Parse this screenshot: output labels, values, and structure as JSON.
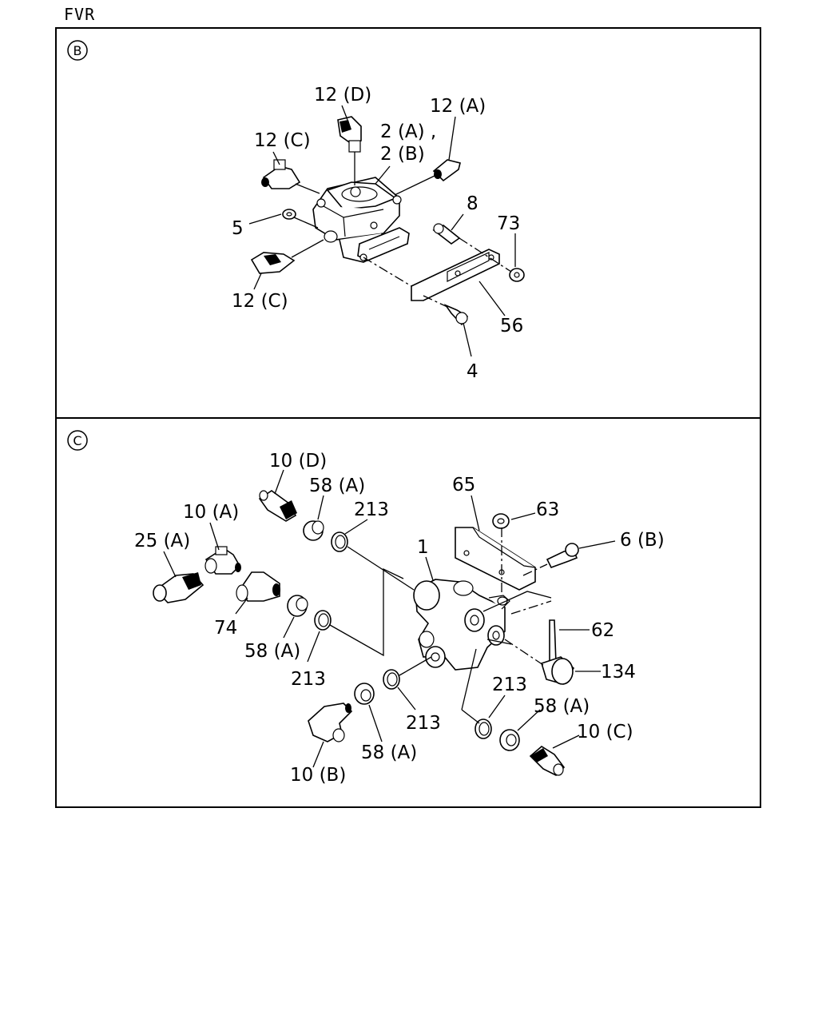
{
  "model": "FVR",
  "sections": {
    "b": {
      "marker": "B",
      "labels": {
        "p12d": "12 (D)",
        "p12a": "12 (A)",
        "p2a": "2 (A) ,",
        "p2b": "2 (B)",
        "p12c_top": "12 (C)",
        "p12c_bottom": "12 (C)",
        "p5": "5",
        "p8": "8",
        "p73": "73",
        "p56": "56",
        "p4": "4"
      }
    },
    "c": {
      "marker": "C",
      "labels": {
        "p10d": "10 (D)",
        "p58a_1": "58 (A)",
        "p213_1": "213",
        "p10a": "10 (A)",
        "p25a": "25 (A)",
        "p74": "74",
        "p58a_2": "58 (A)",
        "p213_2": "213",
        "p1": "1",
        "p65": "65",
        "p63": "63",
        "p6b": "6 (B)",
        "p62": "62",
        "p134": "134",
        "p213_3": "213",
        "p213_4": "213",
        "p58a_3": "58 (A)",
        "p58a_4": "58 (A)",
        "p10c": "10 (C)",
        "p10b": "10 (B)"
      }
    }
  }
}
